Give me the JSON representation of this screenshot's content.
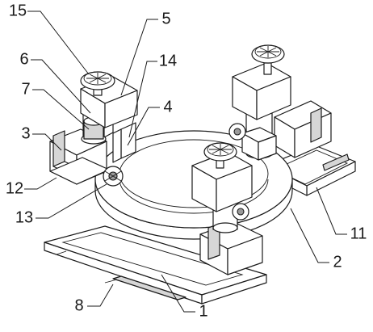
{
  "labels": {
    "part_1": "1",
    "part_2": "2",
    "part_3": "3",
    "part_4": "4",
    "part_5": "5",
    "part_6": "6",
    "part_7": "7",
    "part_8": "8",
    "part_11": "11",
    "part_12": "12",
    "part_13": "13",
    "part_14": "14",
    "part_15": "15"
  }
}
